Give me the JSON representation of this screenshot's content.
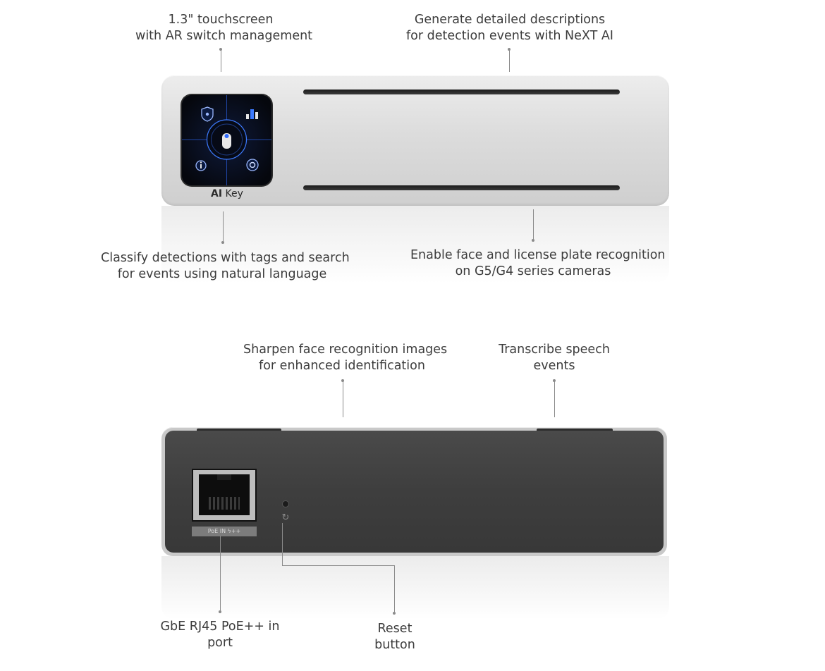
{
  "front_callouts": {
    "touchscreen": [
      "1.3\" touchscreen",
      "with AR switch management"
    ],
    "descriptions": [
      "Generate detailed descriptions",
      "for detection events with NeXT AI"
    ],
    "classify": [
      "Classify detections with tags and search",
      "for events using natural language"
    ],
    "recognition": [
      "Enable face and license plate recognition",
      "on G5/G4 series cameras"
    ]
  },
  "device_front": {
    "brand_bold": "AI",
    "brand_rest": " Key"
  },
  "back_callouts": {
    "sharpen": [
      "Sharpen face recognition images",
      "for enhanced identification"
    ],
    "transcribe": [
      "Transcribe speech",
      "events"
    ],
    "port": [
      "GbE RJ45 PoE++ in",
      "port"
    ],
    "reset": [
      "Reset",
      "button"
    ]
  },
  "device_back": {
    "port_label": "PoE IN ϟ++",
    "reset_icon": "reset-icon"
  },
  "colors": {
    "screen_glow": "#2f6bff",
    "device_silver": "#dcdcdc",
    "back_panel": "#3e3e3e"
  }
}
